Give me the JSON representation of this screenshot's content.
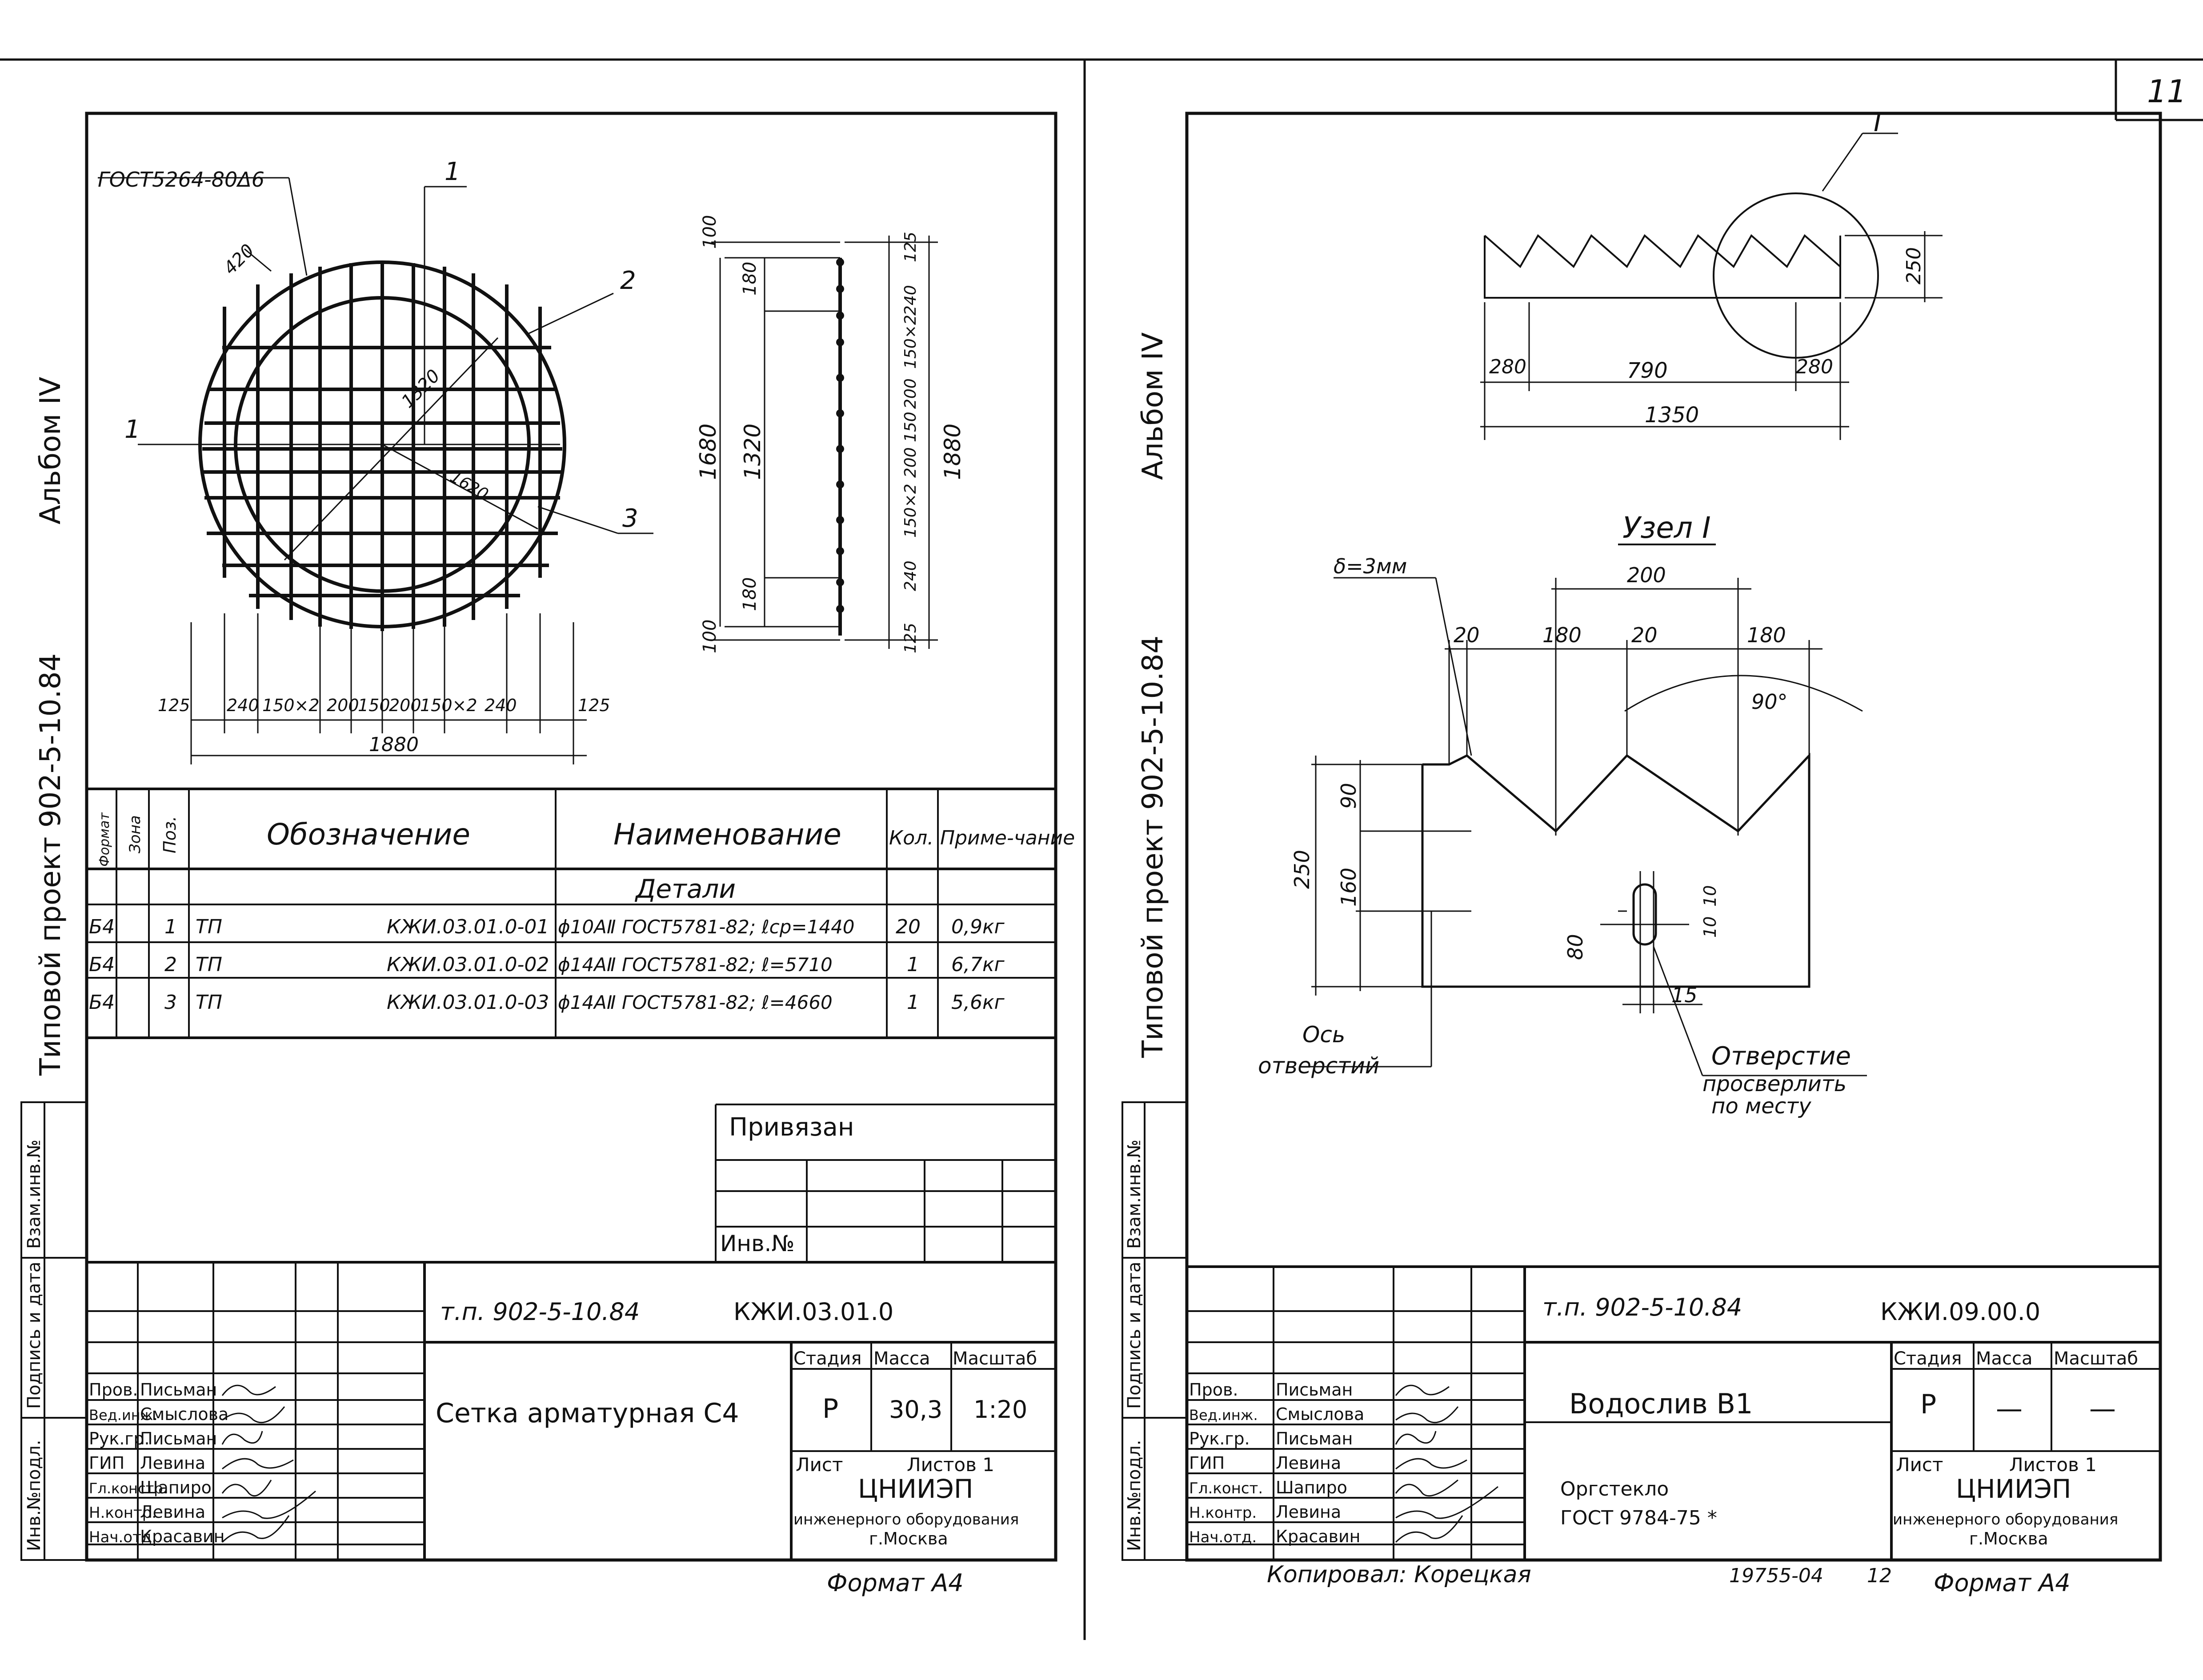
{
  "page_number": "11",
  "left": {
    "side_album": "Альбом IV",
    "side_project": "Типовой проект 902-5-10.84",
    "side_stamp": [
      "Инв.№подл.",
      "Подпись и дата",
      "Взам.инв.№"
    ],
    "gost_label": "ГОСТ5264-80Δ6",
    "callouts": [
      "1",
      "2",
      "3",
      "1"
    ],
    "plan_dims": {
      "d420": "420",
      "d1320": "1320",
      "d1620": "1620"
    },
    "bottom_dims": [
      "125",
      "240",
      "150×2",
      "200",
      "150",
      "200",
      "150×2",
      "240",
      "125"
    ],
    "bottom_total": "1880",
    "section_left_dims": [
      "100",
      "180",
      "1320",
      "1680",
      "180",
      "100"
    ],
    "section_right_dims": [
      "125",
      "240",
      "150×2",
      "200",
      "150",
      "200",
      "150×2",
      "240",
      "125"
    ],
    "section_right_total": "1880",
    "spec": {
      "headers": [
        "Формат",
        "Зона",
        "Поз.",
        "Обозначение",
        "Наименование",
        "Кол.",
        "Приме-чание"
      ],
      "group": "Детали",
      "rows": [
        {
          "fmt": "Б4",
          "pos": "1",
          "doc_a": "ТП",
          "doc_b": "КЖИ.03.01.0-01",
          "name": "ϕ10АⅡ ГОСТ5781-82; ℓср=1440",
          "qty": "20",
          "note": "0,9кг"
        },
        {
          "fmt": "Б4",
          "pos": "2",
          "doc_a": "ТП",
          "doc_b": "КЖИ.03.01.0-02",
          "name": "ϕ14АⅡ ГОСТ5781-82; ℓ=5710",
          "qty": "1",
          "note": "6,7кг"
        },
        {
          "fmt": "Б4",
          "pos": "3",
          "doc_a": "ТП",
          "doc_b": "КЖИ.03.01.0-03",
          "name": "ϕ14АⅡ ГОСТ5781-82; ℓ=4660",
          "qty": "1",
          "note": "5,6кг"
        }
      ]
    },
    "attached": {
      "title": "Привязан",
      "inv": "Инв.№"
    },
    "titleblock": {
      "project": "т.п. 902-5-10.84",
      "code": "КЖИ.03.01.0",
      "name": "Сетка арматурная С4",
      "stage_h": "Стадия",
      "mass_h": "Масса",
      "scale_h": "Масштаб",
      "stage": "Р",
      "mass": "30,3",
      "scale": "1:20",
      "sheet": "Лист",
      "sheets": "Листов 1",
      "org1": "ЦНИИЭП",
      "org2": "инженерного оборудования",
      "org3": "г.Москва",
      "people": [
        [
          "Пров.",
          "Письман"
        ],
        [
          "Вед.инж.",
          "Смыслова"
        ],
        [
          "Рук.гр.",
          "Письман"
        ],
        [
          "ГИП",
          "Левина"
        ],
        [
          "Гл.констр.",
          "Шапиро"
        ],
        [
          "Н.контр.",
          "Левина"
        ],
        [
          "Нач.отд.",
          "Красавин"
        ]
      ]
    },
    "format": "Формат А4"
  },
  "right": {
    "side_album": "Альбом IV",
    "side_project": "Типовой проект 902-5-10.84",
    "side_stamp": [
      "Инв.№подл.",
      "Подпись и дата",
      "Взам.инв.№"
    ],
    "top_label": "I",
    "top_dims": {
      "h": "250",
      "a": "280",
      "b": "790",
      "c": "280",
      "total": "1350"
    },
    "node_title": "Узел I",
    "node_dims": {
      "delta": "δ=3мм",
      "d200": "200",
      "d20a": "20",
      "d180a": "180",
      "d20b": "20",
      "d180b": "180",
      "angle": "90°",
      "d250": "250",
      "d90": "90",
      "d160": "160",
      "d80": "80",
      "d10a": "10",
      "d10b": "10",
      "d15": "15"
    },
    "axis_label": [
      "Ось",
      "отверстий"
    ],
    "hole_label": [
      "Отверстие",
      "просверлить",
      "по месту"
    ],
    "titleblock": {
      "project": "т.п. 902-5-10.84",
      "code": "КЖИ.09.00.0",
      "name": "Водослив В1",
      "material": [
        "Оргстекло",
        "ГОСТ 9784-75 *"
      ],
      "stage_h": "Стадия",
      "mass_h": "Масса",
      "scale_h": "Масштаб",
      "stage": "Р",
      "mass": "—",
      "scale": "—",
      "sheet": "Лист",
      "sheets": "Листов 1",
      "org1": "ЦНИИЭП",
      "org2": "инженерного оборудования",
      "org3": "г.Москва",
      "people": [
        [
          "Пров.",
          "Письман"
        ],
        [
          "Вед.инж.",
          "Смыслова"
        ],
        [
          "Рук.гр.",
          "Письман"
        ],
        [
          "ГИП",
          "Левина"
        ],
        [
          "Гл.конст.",
          "Шапиро"
        ],
        [
          "Н.контр.",
          "Левина"
        ],
        [
          "Нач.отд.",
          "Красавин"
        ]
      ]
    },
    "copied": "Копировал: Корецкая",
    "doc_no": "19755-04",
    "doc_sheet": "12",
    "format": "Формат А4"
  }
}
